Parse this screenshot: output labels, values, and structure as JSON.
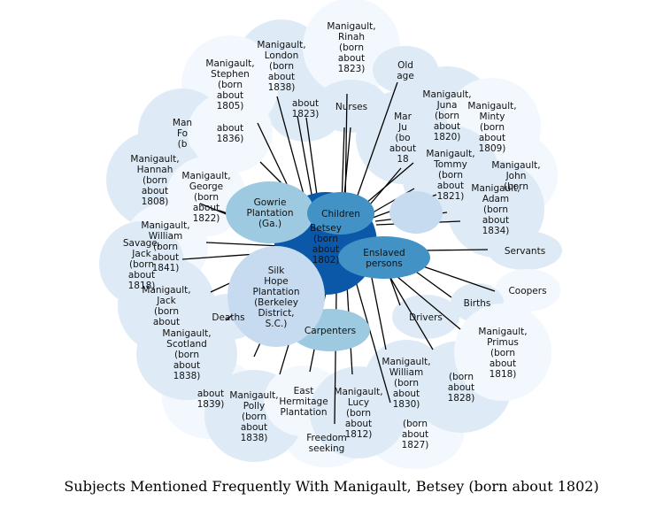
{
  "caption": "Subjects Mentioned Frequently With Manigault, Betsey (born about 1802)",
  "colors": {
    "center": "#0b58a8",
    "node_dark": "#4292c6",
    "node_mid": "#9ecae1",
    "node_light": "#c6dbef",
    "node_pale": "#deebf7",
    "node_faint": "#f2f8fd",
    "edge": "#000000"
  },
  "center_node": {
    "lines": [
      "Betsey",
      "(born",
      "about",
      "1802)"
    ]
  },
  "nodes": [
    {
      "id": "slaves",
      "lines": [],
      "tone": "node_light"
    },
    {
      "id": "manigault-rinah",
      "lines": [
        "Manigault,",
        "Rinah",
        "(born",
        "about",
        "1823)"
      ],
      "tone": "node_faint"
    },
    {
      "id": "manigault-london",
      "lines": [
        "Manigault,",
        "London",
        "(born",
        "about",
        "1838)"
      ],
      "tone": "node_pale"
    },
    {
      "id": "old-age",
      "lines": [
        "Old",
        "age"
      ],
      "tone": "node_pale"
    },
    {
      "id": "manigault-juna",
      "lines": [
        "Manigault,",
        "Juna",
        "(born",
        "about",
        "1820)"
      ],
      "tone": "node_pale"
    },
    {
      "id": "manigault-minty",
      "lines": [
        "Manigault,",
        "Minty",
        "(born",
        "about",
        "1809)"
      ],
      "tone": "node_faint"
    },
    {
      "id": "manigault-stephen",
      "lines": [
        "Manigault,",
        "Stephen",
        "(born",
        "about",
        "1805)"
      ],
      "tone": "node_faint"
    },
    {
      "id": "manigault-1823",
      "lines": [
        "about",
        "1823)"
      ],
      "tone": "node_pale"
    },
    {
      "id": "nurses",
      "lines": [
        "Nurses"
      ],
      "tone": "node_pale"
    },
    {
      "id": "manigault-mary",
      "lines": [
        "Mar",
        "Ju",
        "(bo",
        "about",
        "18"
      ],
      "tone": "node_pale"
    },
    {
      "id": "manigault-john",
      "lines": [
        "Manigault,",
        "John",
        "(born"
      ],
      "tone": "node_faint"
    },
    {
      "id": "manigault-fortune",
      "lines": [
        "Man",
        "Fo",
        "(b"
      ],
      "tone": "node_pale"
    },
    {
      "id": "manigault-1836",
      "lines": [
        "about",
        "1836)"
      ],
      "tone": "node_faint"
    },
    {
      "id": "manigault-tommy",
      "lines": [
        "Manigault,",
        "Tommy",
        "(born",
        "about",
        "1821)"
      ],
      "tone": "node_pale"
    },
    {
      "id": "manigault-adam",
      "lines": [
        "Manigault,",
        "Adam",
        "(born",
        "about",
        "1834)"
      ],
      "tone": "node_pale"
    },
    {
      "id": "manigault-hannah",
      "lines": [
        "Manigault,",
        "Hannah",
        "(born",
        "about",
        "1808)"
      ],
      "tone": "node_pale"
    },
    {
      "id": "manigault-george",
      "lines": [
        "Manigault,",
        "George",
        "(born",
        "about",
        "1822)"
      ],
      "tone": "node_faint"
    },
    {
      "id": "gowrie",
      "lines": [
        "Gowrie",
        "Plantation",
        "(Ga.)"
      ],
      "tone": "node_mid"
    },
    {
      "id": "children",
      "lines": [
        "Children"
      ],
      "tone": "node_dark"
    },
    {
      "id": "servants",
      "lines": [
        "Servants"
      ],
      "tone": "node_pale"
    },
    {
      "id": "manigault-william-1841",
      "lines": [
        "Manigault,",
        "William",
        "(born",
        "about",
        "1841)"
      ],
      "tone": "node_faint"
    },
    {
      "id": "enslaved-persons",
      "lines": [
        "Enslaved",
        "persons"
      ],
      "tone": "node_dark"
    },
    {
      "id": "savage-jack",
      "lines": [
        "Savage,",
        "Jack",
        "(born",
        "about",
        "1818)"
      ],
      "tone": "node_pale"
    },
    {
      "id": "silk-hope",
      "lines": [
        "Silk",
        "Hope",
        "Plantation",
        "(Berkeley",
        "District,",
        "S.C.)"
      ],
      "tone": "node_light"
    },
    {
      "id": "coopers",
      "lines": [
        "Coopers"
      ],
      "tone": "node_faint"
    },
    {
      "id": "births",
      "lines": [
        "Births"
      ],
      "tone": "node_pale"
    },
    {
      "id": "manigault-jack",
      "lines": [
        "Manigault,",
        "Jack",
        "(born",
        "about"
      ],
      "tone": "node_pale"
    },
    {
      "id": "drivers",
      "lines": [
        "Drivers"
      ],
      "tone": "node_pale"
    },
    {
      "id": "deaths",
      "lines": [
        "Deaths"
      ],
      "tone": "node_pale"
    },
    {
      "id": "carpenters",
      "lines": [
        "Carpenters"
      ],
      "tone": "node_mid"
    },
    {
      "id": "manigault-scotland",
      "lines": [
        "Manigault,",
        "Scotland",
        "(born",
        "about",
        "1838)"
      ],
      "tone": "node_pale"
    },
    {
      "id": "manigault-primus",
      "lines": [
        "Manigault,",
        "Primus",
        "(born",
        "about",
        "1818)"
      ],
      "tone": "node_faint"
    },
    {
      "id": "manigault-william-1830",
      "lines": [
        "Manigault,",
        "William",
        "(born",
        "about",
        "1830)"
      ],
      "tone": "node_pale"
    },
    {
      "id": "manigault-1828",
      "lines": [
        "(born",
        "about",
        "1828)"
      ],
      "tone": "node_pale"
    },
    {
      "id": "manigault-1839",
      "lines": [
        "about",
        "1839)"
      ],
      "tone": "node_faint"
    },
    {
      "id": "manigault-polly",
      "lines": [
        "Manigault,",
        "Polly",
        "(born",
        "about",
        "1838)"
      ],
      "tone": "node_pale"
    },
    {
      "id": "east-hermitage",
      "lines": [
        "East",
        "Hermitage",
        "Plantation"
      ],
      "tone": "node_faint"
    },
    {
      "id": "manigault-lucy",
      "lines": [
        "Manigault,",
        "Lucy",
        "(born",
        "about",
        "1812)"
      ],
      "tone": "node_pale"
    },
    {
      "id": "freedom-seeking",
      "lines": [
        "Freedom",
        "seeking"
      ],
      "tone": "node_faint"
    },
    {
      "id": "manigault-1827",
      "lines": [
        "(born",
        "about",
        "1827)"
      ],
      "tone": "node_faint"
    }
  ]
}
